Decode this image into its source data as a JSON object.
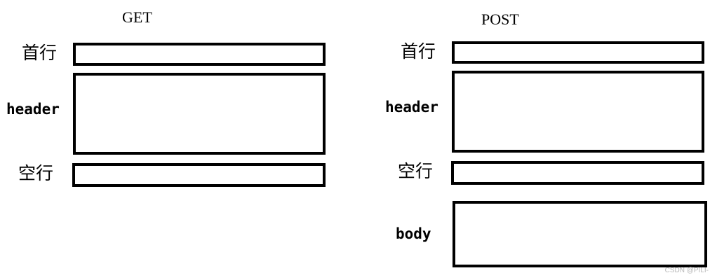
{
  "get": {
    "title": "GET",
    "rows": {
      "first_line": "首行",
      "header": "header",
      "blank_line": "空行"
    }
  },
  "post": {
    "title": "POST",
    "rows": {
      "first_line": "首行",
      "header": "header",
      "blank_line": "空行",
      "body": "body"
    }
  },
  "watermark": "CSDN @PILI-",
  "colors": {
    "stroke": "#000000",
    "background": "#ffffff",
    "watermark": "#b8b8b8"
  }
}
